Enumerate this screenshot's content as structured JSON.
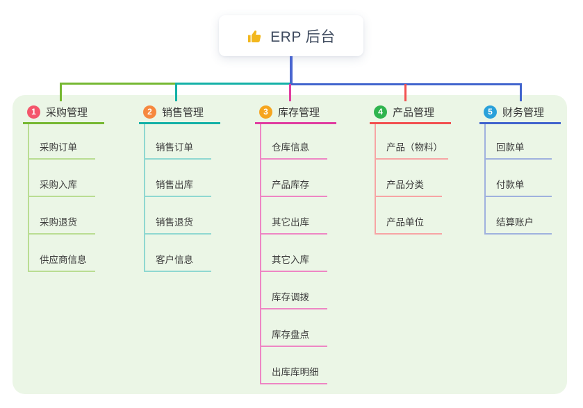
{
  "root": {
    "label": "ERP 后台",
    "icon": "thumbs-up-icon",
    "icon_color": "#f2b71e",
    "connector_color": "#4a66d0"
  },
  "panel_color": "#ebf6e6",
  "branches": [
    {
      "number": "1",
      "label": "采购管理",
      "badge_color": "#f4566b",
      "line_color": "#76b832",
      "child_line_color": "#b9dd92",
      "children": [
        "采购订单",
        "采购入库",
        "采购退货",
        "供应商信息"
      ]
    },
    {
      "number": "2",
      "label": "销售管理",
      "badge_color": "#f6883f",
      "line_color": "#14b1a7",
      "child_line_color": "#8fd8d1",
      "children": [
        "销售订单",
        "销售出库",
        "销售退货",
        "客户信息"
      ]
    },
    {
      "number": "3",
      "label": "库存管理",
      "badge_color": "#f6a51f",
      "line_color": "#e03da0",
      "child_line_color": "#ee86c4",
      "children": [
        "仓库信息",
        "产品库存",
        "其它出库",
        "其它入库",
        "库存调拨",
        "库存盘点",
        "出库库明细"
      ]
    },
    {
      "number": "4",
      "label": "产品管理",
      "badge_color": "#2fb44e",
      "line_color": "#f25050",
      "child_line_color": "#f7a4a4",
      "children": [
        "产品（物料）",
        "产品分类",
        "产品单位"
      ]
    },
    {
      "number": "5",
      "label": "财务管理",
      "badge_color": "#2aa1da",
      "line_color": "#4164cd",
      "child_line_color": "#9fb1de",
      "children": [
        "回款单",
        "付款单",
        "结算账户"
      ]
    }
  ]
}
